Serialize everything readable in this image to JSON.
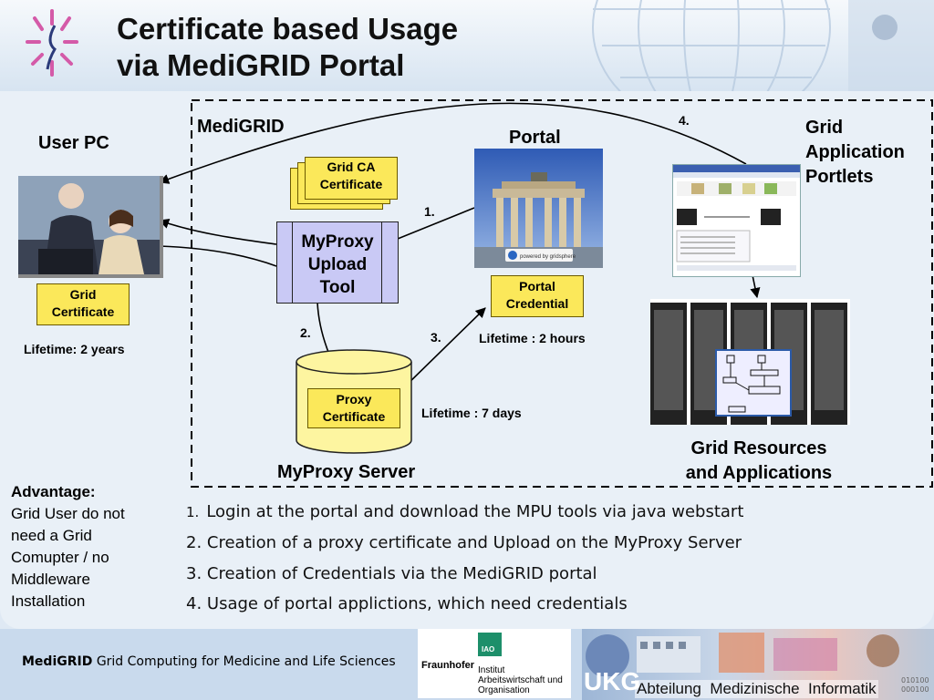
{
  "title": {
    "line1": "Certificate based Usage",
    "line2": "via MediGRID Portal"
  },
  "labels": {
    "user_pc": "User PC",
    "medigrid": "MediGRID",
    "portal": "Portal",
    "grid_app_portlets": [
      "Grid",
      "Application",
      "Portlets"
    ],
    "myproxy_server": "MyProxy Server",
    "grid_resources": [
      "Grid Resources",
      "and Applications"
    ],
    "mpu_tool": [
      "MyProxy",
      "Upload",
      "Tool"
    ],
    "powered_by": "powered by gridsphere"
  },
  "documents": {
    "grid_certificate": [
      "Grid",
      "Certificate"
    ],
    "grid_ca_certificate": [
      "Grid CA",
      "Certificate"
    ],
    "portal_credential": [
      "Portal",
      "Credential"
    ],
    "proxy_certificate": [
      "Proxy",
      "Certificate"
    ]
  },
  "lifetimes": {
    "grid": "Lifetime: 2 years",
    "portal": "Lifetime : 2 hours",
    "proxy": "Lifetime : 7 days"
  },
  "steps": {
    "s1": "1.",
    "s2": "2.",
    "s3": "3.",
    "s4": "4."
  },
  "advantage": {
    "heading": "Advantage:",
    "lines": [
      "Grid User do not",
      "need a Grid",
      "Comupter / no",
      "Middleware",
      "Installation"
    ]
  },
  "list": {
    "i1_num": "1.",
    "i1": "Login at the portal and download the MPU tools via java webstart",
    "i2": "2. Creation of a proxy certificate and Upload on the MyProxy Server",
    "i3": "3. Creation of Credentials via the MediGRID portal",
    "i4": "4. Usage of portal applictions, which need credentials"
  },
  "footer": {
    "brand": "MediGRID",
    "tagline": "Grid Computing for Medicine and Life Sciences",
    "fraunhofer": "Fraunhofer",
    "iao": "IAO",
    "institut": [
      "Institut",
      "Arbeitswirtschaft und",
      "Organisation"
    ],
    "ukg": "UKG",
    "dept": "Abteilung  Medizinische  Informatik",
    "binary": [
      "010100",
      "000100"
    ]
  },
  "colors": {
    "doc_yellow": "#fbe85a",
    "tool_lavender": "#c9c9f5",
    "db_yellow": "#fdf5a0",
    "panel": "#e9f0f7"
  }
}
